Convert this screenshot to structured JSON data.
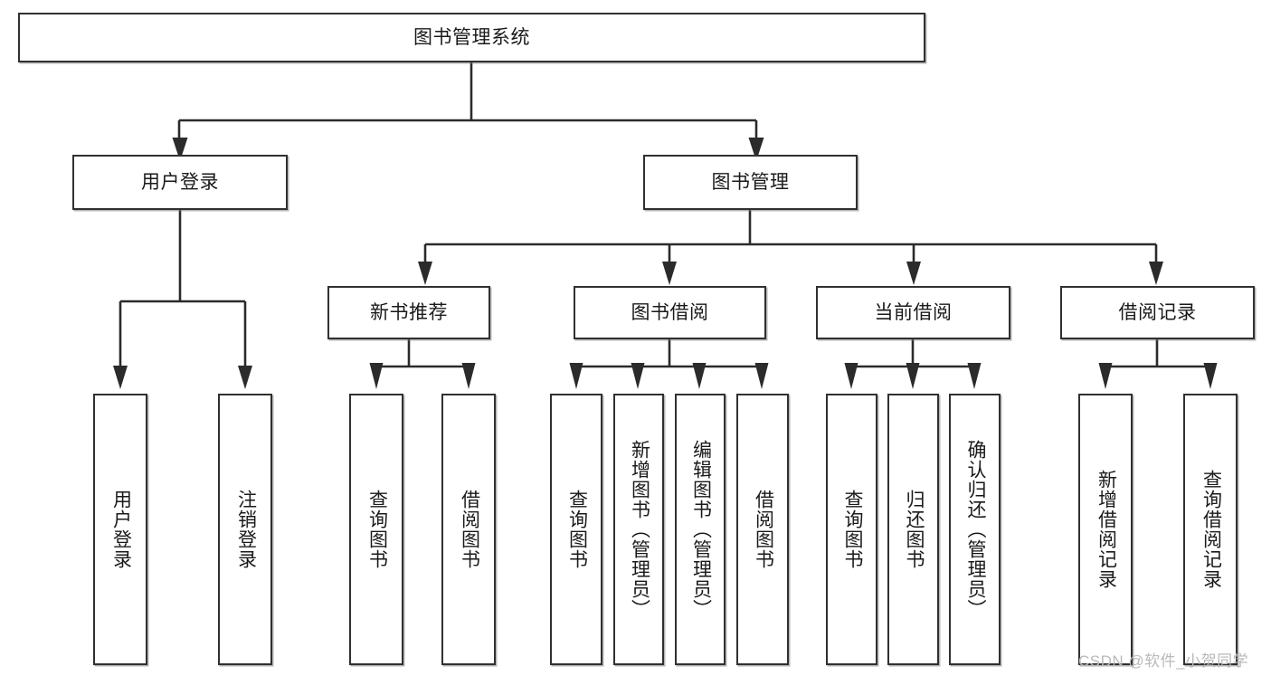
{
  "diagram": {
    "title": "图书管理系统",
    "type": "tree-hierarchy",
    "root": {
      "id": "root",
      "label": "图书管理系统"
    },
    "level2": [
      {
        "id": "user-login",
        "label": "用户登录"
      },
      {
        "id": "book-manage",
        "label": "图书管理"
      }
    ],
    "level3": [
      {
        "id": "new-book-rec",
        "label": "新书推荐"
      },
      {
        "id": "book-borrow",
        "label": "图书借阅"
      },
      {
        "id": "current-borrow",
        "label": "当前借阅"
      },
      {
        "id": "borrow-record",
        "label": "借阅记录"
      }
    ],
    "leaves": {
      "user_login": [
        {
          "id": "leaf-user-login",
          "label": "用户登录"
        },
        {
          "id": "leaf-logout",
          "label": "注销登录"
        }
      ],
      "new_book_rec": [
        {
          "id": "leaf-query-book-1",
          "label": "查询图书"
        },
        {
          "id": "leaf-borrow-book-1",
          "label": "借阅图书"
        }
      ],
      "book_borrow": [
        {
          "id": "leaf-query-book-2",
          "label": "查询图书"
        },
        {
          "id": "leaf-add-book",
          "label": "新增图书（管理员）"
        },
        {
          "id": "leaf-edit-book",
          "label": "编辑图书（管理员）"
        },
        {
          "id": "leaf-borrow-book-2",
          "label": "借阅图书"
        }
      ],
      "current_borrow": [
        {
          "id": "leaf-query-book-3",
          "label": "查询图书"
        },
        {
          "id": "leaf-return-book",
          "label": "归还图书"
        },
        {
          "id": "leaf-confirm-return",
          "label": "确认归还（管理员）"
        }
      ],
      "borrow_record": [
        {
          "id": "leaf-add-record",
          "label": "新增借阅记录"
        },
        {
          "id": "leaf-query-record",
          "label": "查询借阅记录"
        }
      ]
    }
  },
  "watermark": {
    "text": "CSDN @软件_小贺同学"
  },
  "colors": {
    "box_border": "#30302f",
    "box_fill": "#ffffff",
    "edge": "#2b2b2b",
    "text": "#1a1a1a",
    "watermark": "#b9b9b9",
    "background": "#ffffff"
  }
}
